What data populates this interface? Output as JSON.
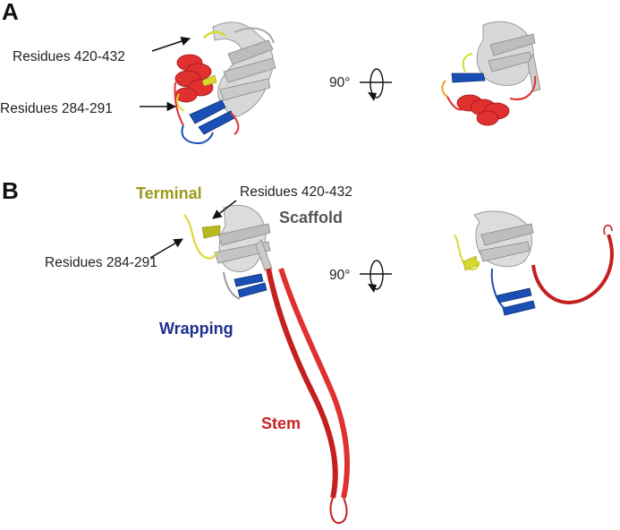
{
  "panels": [
    {
      "letter": "A",
      "annotations": [
        "Residues 420-432",
        "Residues 284-291"
      ],
      "rotation_label": "90°"
    },
    {
      "letter": "B",
      "annotations": [
        "Residues 420-432",
        "Residues 284-291"
      ],
      "rotation_label": "90°",
      "regions": [
        {
          "name": "Terminal",
          "color": "#9a9a1a"
        },
        {
          "name": "Scaffold",
          "color": "#555555"
        },
        {
          "name": "Wrapping",
          "color": "#1f2f8f"
        },
        {
          "name": "Stem",
          "color": "#cc2222"
        }
      ]
    }
  ],
  "colors": {
    "helix_red": "#e03030",
    "strand_blue": "#1a4fb5",
    "terminal_yellow": "#d8d830",
    "scaffold_gray": "#c8c8c8",
    "stem_red": "#c42020"
  }
}
